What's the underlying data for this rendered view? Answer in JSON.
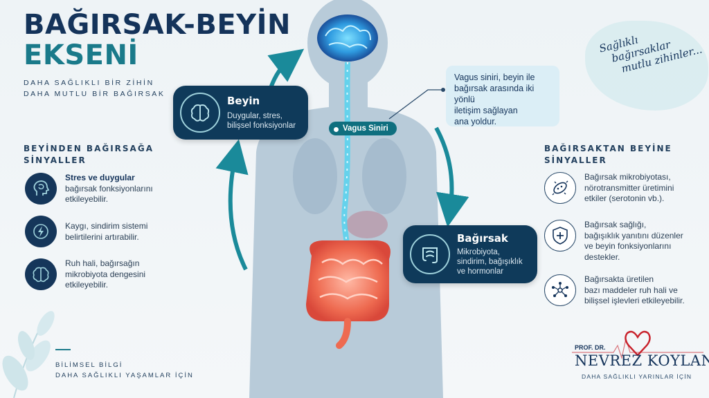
{
  "title": {
    "line1": "BAĞIRSAK-BEYİN",
    "line2": "EKSENİ"
  },
  "subtitle": {
    "line1": "DAHA SAĞLIKLI BİR ZİHİN",
    "line2": "DAHA MUTLU BİR BAĞIRSAK"
  },
  "left_section": {
    "heading_line1": "BEYİNDEN BAĞIRSAĞA",
    "heading_line2": "SİNYALLER",
    "items": [
      {
        "icon": "head-brain-icon",
        "bold": "Stres ve duygular",
        "line1": "bağırsak fonksiyonlarını",
        "line2": "etkileyebilir.",
        "line3": ""
      },
      {
        "icon": "lightning-icon",
        "bold": "",
        "line1": "Kaygı, sindirim sistemi",
        "line2": "belirtilerini artırabilir.",
        "line3": ""
      },
      {
        "icon": "brain-icon",
        "bold": "",
        "line1": "Ruh hali, bağırsağın",
        "line2": "mikrobiyota dengesini",
        "line3": "etkileyebilir."
      }
    ]
  },
  "right_section": {
    "heading_line1": "BAĞIRSAKTAN BEYİNE",
    "heading_line2": "SİNYALLER",
    "items": [
      {
        "icon": "microbe-icon",
        "line1": "Bağırsak mikrobiyotası,",
        "line2": "nörotransmitter üretimini",
        "line3": "etkiler (serotonin vb.).",
        "line4": ""
      },
      {
        "icon": "shield-plus-icon",
        "line1": "Bağırsak sağlığı,",
        "line2": "bağışıklık yanıtını düzenler",
        "line3": "ve beyin fonksiyonlarını",
        "line4": "destekler."
      },
      {
        "icon": "network-icon",
        "line1": "Bağırsakta üretilen",
        "line2": "bazı maddeler ruh hali ve",
        "line3": "bilişsel işlevleri etkileyebilir.",
        "line4": ""
      }
    ]
  },
  "brain_box": {
    "heading": "Beyin",
    "line1": "Duygular, stres,",
    "line2": "bilişsel fonksiyonlar"
  },
  "gut_box": {
    "heading": "Bağırsak",
    "line1": "Mikrobiyota,",
    "line2": "sindirim, bağışıklık",
    "line3": "ve hormonlar"
  },
  "vagus_pill": {
    "label": "Vagus Siniri"
  },
  "vagus_info": {
    "line1": "Vagus siniri, beyin ile",
    "line2": "bağırsak arasında iki yönlü",
    "line3": "iletişim sağlayan",
    "line4": "ana yoldur."
  },
  "script_note": {
    "line1": "Sağlıklı",
    "line2": "bağırsaklar",
    "line3": "mutlu zihinler..."
  },
  "footer": {
    "line1": "BİLİMSEL BİLGİ",
    "line2": "DAHA SAĞLIKLI YAŞAMLAR İÇİN"
  },
  "logo": {
    "prefix": "PROF. DR.",
    "name": "NEVREZ KOYLAN",
    "tagline": "DAHA SAĞLIKLI YARINLAR İÇİN"
  },
  "colors": {
    "navy": "#14335a",
    "teal": "#1a7a8a",
    "dark_box": "#0f3a5a",
    "glow_blue": "#2fa8e8",
    "gut_red": "#e8604a",
    "logo_red": "#c8202a"
  }
}
